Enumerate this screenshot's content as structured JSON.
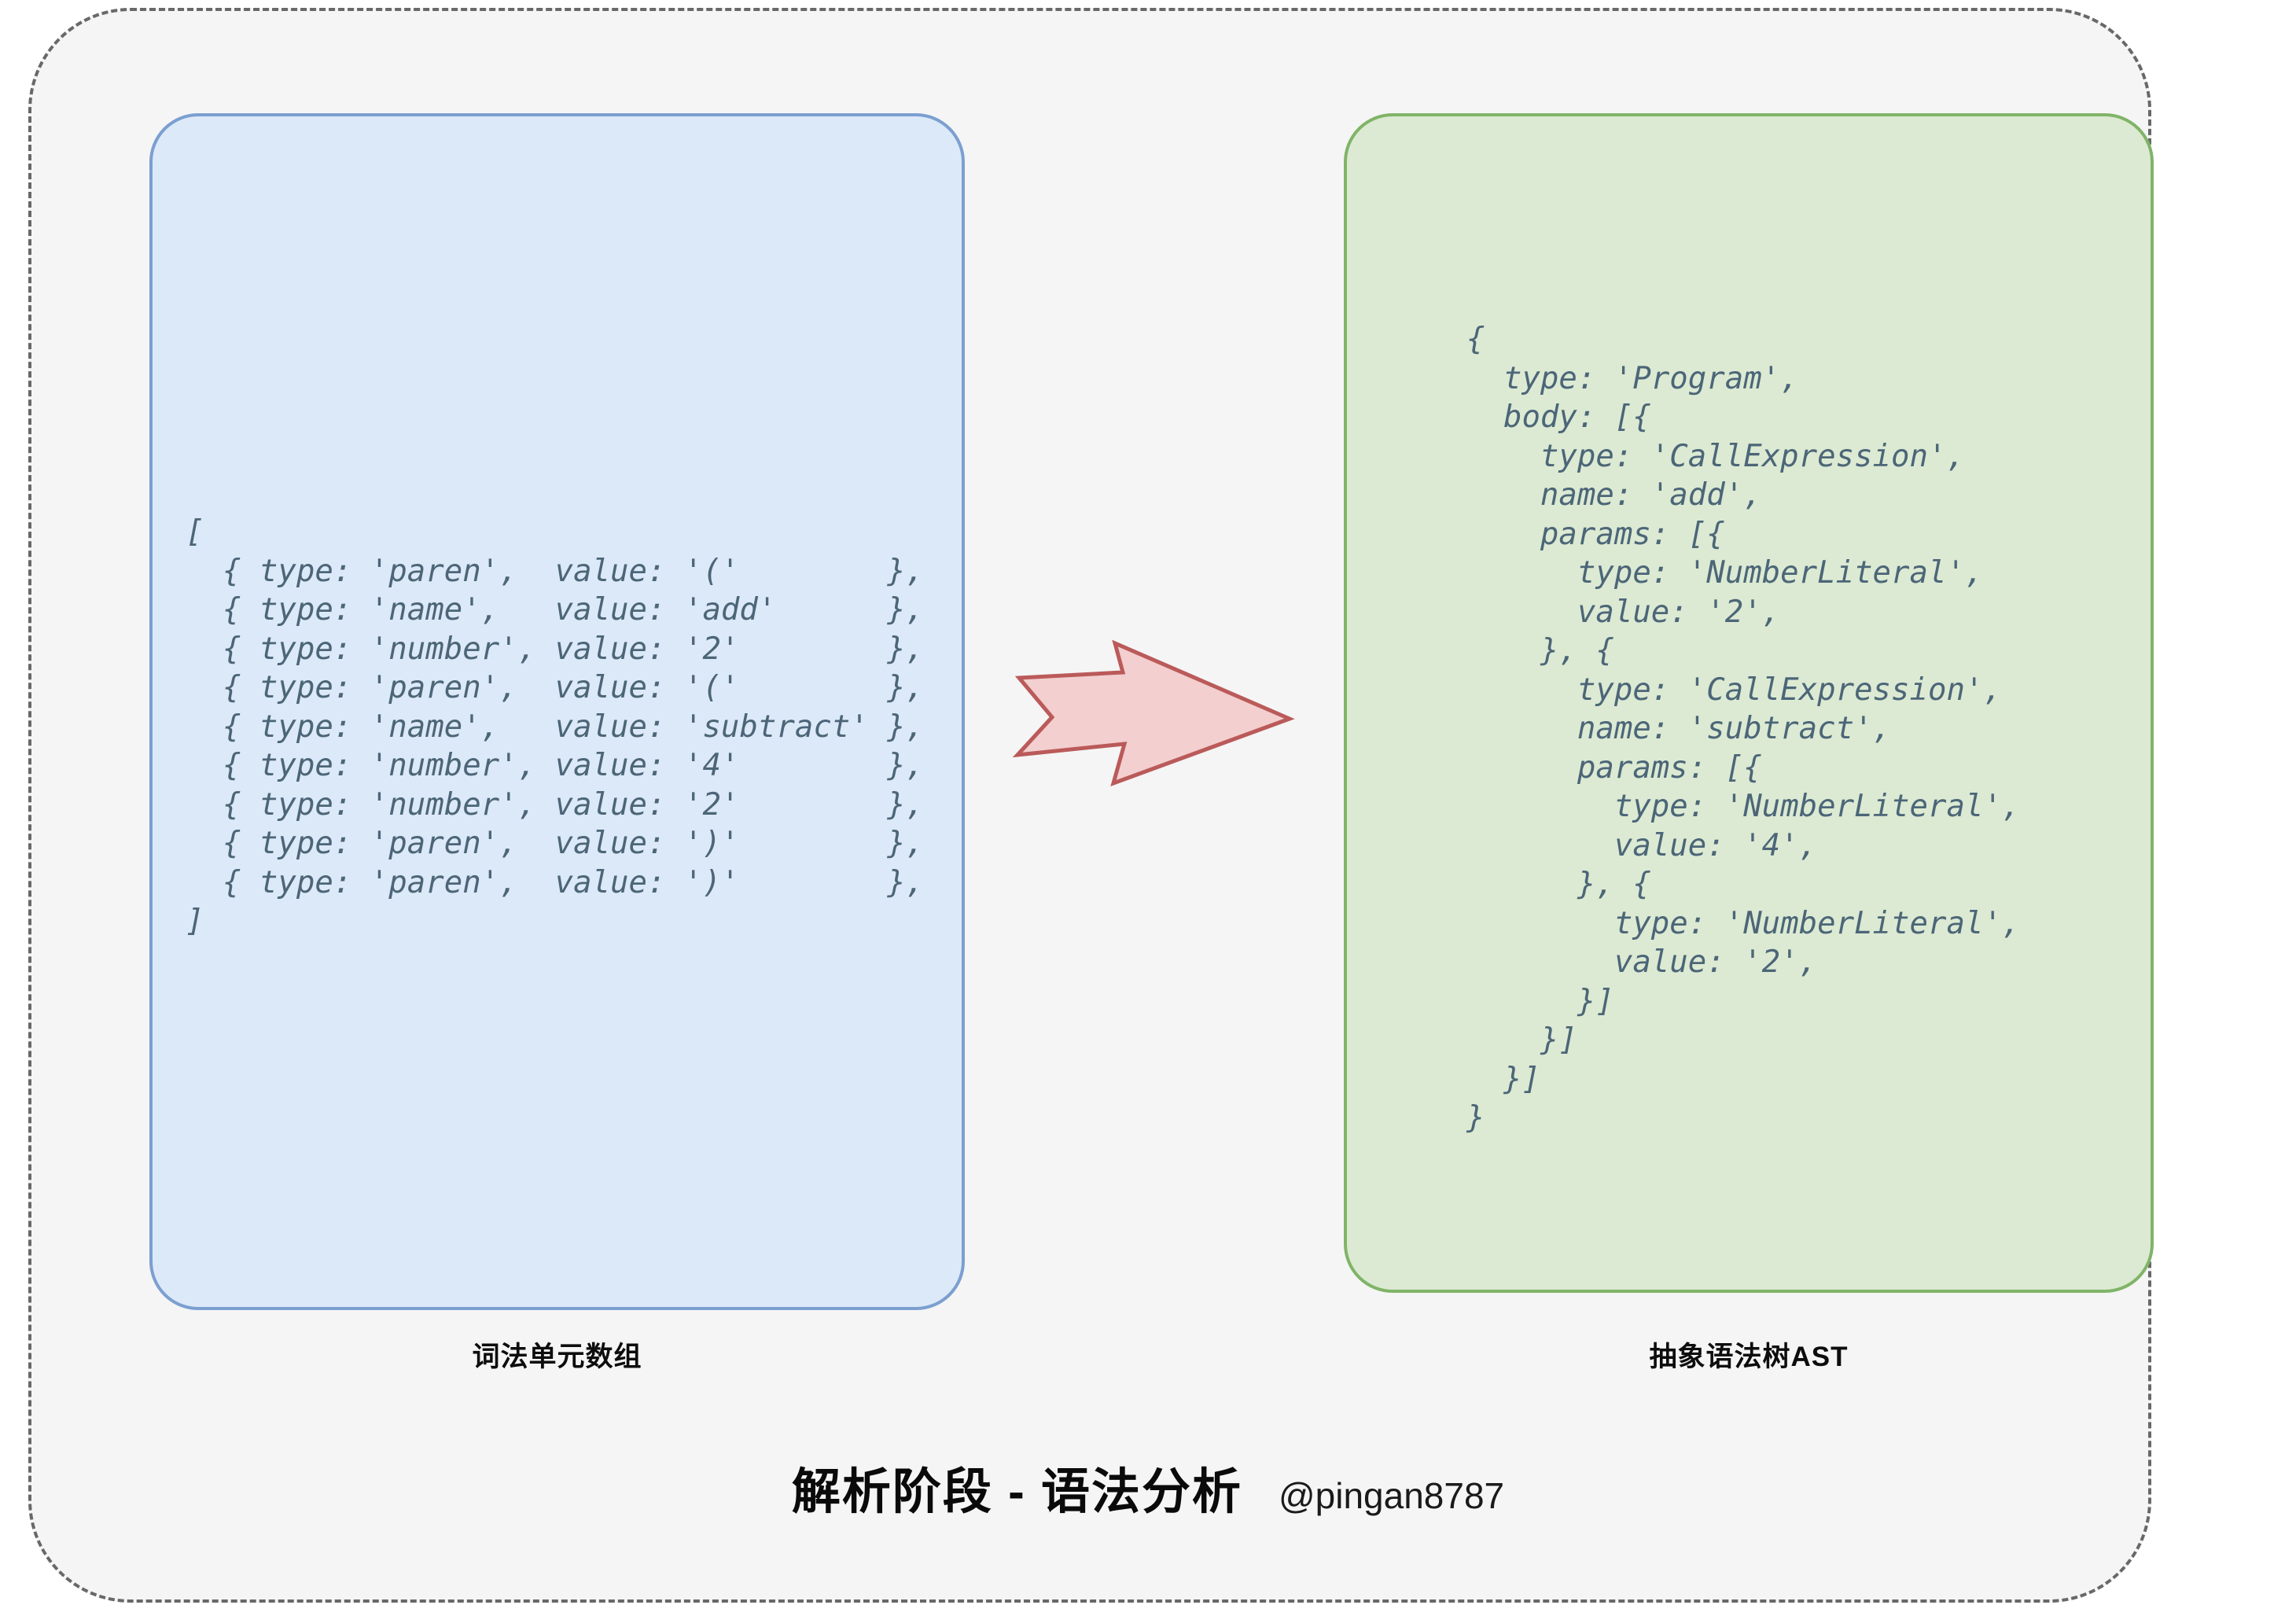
{
  "diagram": {
    "title": "解析阶段 - 语法分析",
    "handle": "@pingan8787",
    "colors": {
      "canvas_background": "#f5f5f5",
      "canvas_border": "#686868",
      "tokens_panel_fill": "#dce9f8",
      "tokens_panel_border": "#7b9fd0",
      "ast_panel_fill": "#dcead3",
      "ast_panel_border": "#80b468",
      "code_text": "#4c6678",
      "arrow_fill": "#f3cfcf",
      "arrow_stroke": "#bb5a5a"
    }
  },
  "tokens_panel": {
    "caption": "词法单元数组",
    "code": "[\n  { type: 'paren',  value: '('        },\n  { type: 'name',   value: 'add'      },\n  { type: 'number', value: '2'        },\n  { type: 'paren',  value: '('        },\n  { type: 'name',   value: 'subtract' },\n  { type: 'number', value: '4'        },\n  { type: 'number', value: '2'        },\n  { type: 'paren',  value: ')'        },\n  { type: 'paren',  value: ')'        },\n]",
    "tokens": [
      {
        "type": "paren",
        "value": "("
      },
      {
        "type": "name",
        "value": "add"
      },
      {
        "type": "number",
        "value": "2"
      },
      {
        "type": "paren",
        "value": "("
      },
      {
        "type": "name",
        "value": "subtract"
      },
      {
        "type": "number",
        "value": "4"
      },
      {
        "type": "number",
        "value": "2"
      },
      {
        "type": "paren",
        "value": ")"
      },
      {
        "type": "paren",
        "value": ")"
      }
    ]
  },
  "ast_panel": {
    "caption": "抽象语法树AST",
    "code": "{\n  type: 'Program',\n  body: [{\n    type: 'CallExpression',\n    name: 'add',\n    params: [{\n      type: 'NumberLiteral',\n      value: '2',\n    }, {\n      type: 'CallExpression',\n      name: 'subtract',\n      params: [{\n        type: 'NumberLiteral',\n        value: '4',\n      }, {\n        type: 'NumberLiteral',\n        value: '2',\n      }]\n    }]\n  }]\n}",
    "ast": {
      "type": "Program",
      "body": [
        {
          "type": "CallExpression",
          "name": "add",
          "params": [
            {
              "type": "NumberLiteral",
              "value": "2"
            },
            {
              "type": "CallExpression",
              "name": "subtract",
              "params": [
                {
                  "type": "NumberLiteral",
                  "value": "4"
                },
                {
                  "type": "NumberLiteral",
                  "value": "2"
                }
              ]
            }
          ]
        }
      ]
    }
  },
  "arrow": {
    "icon": "right-arrow-icon",
    "direction": "right"
  }
}
